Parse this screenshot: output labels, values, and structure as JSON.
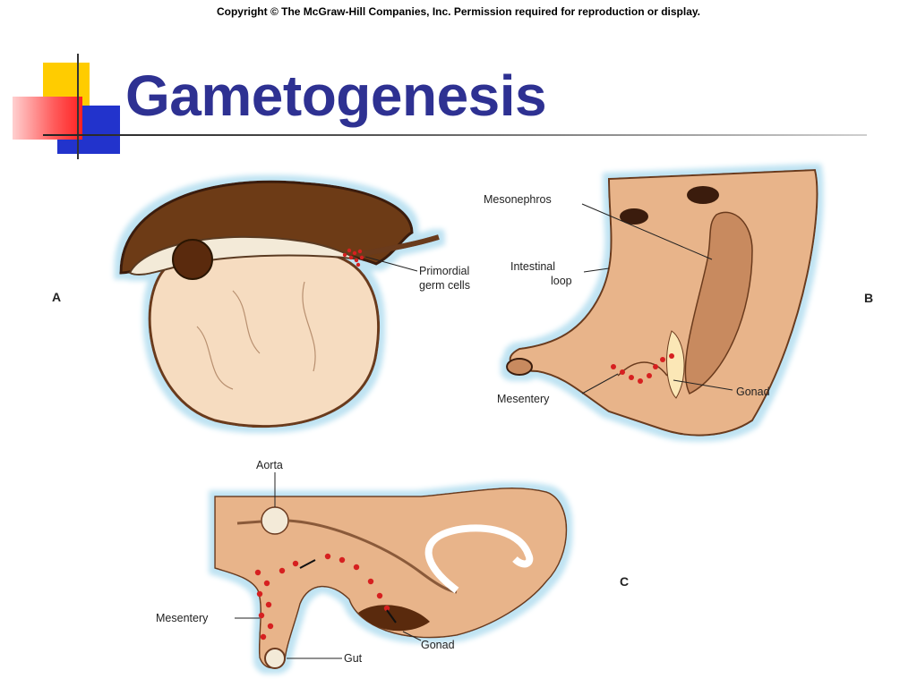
{
  "copyright": "Copyright © The McGraw-Hill Companies, Inc. Permission required for reproduction or display.",
  "title": "Gametogenesis",
  "panels": {
    "a": {
      "letter": "A",
      "primordial_1": "Primordial",
      "primordial_2": "germ cells"
    },
    "b": {
      "letter": "B",
      "mesonephros": "Mesonephros",
      "intestinal_1": "Intestinal",
      "intestinal_2": "loop",
      "mesentery": "Mesentery",
      "gonad": "Gonad"
    },
    "c": {
      "letter": "C",
      "aorta": "Aorta",
      "mesentery": "Mesentery",
      "gonad": "Gonad",
      "gut": "Gut"
    }
  },
  "colors": {
    "title": "#2e3192",
    "tissue": "#f2c9a5",
    "tissue_dark": "#7a3e1c",
    "germ_cell": "#d62020",
    "halo": "#bfe3f2"
  }
}
